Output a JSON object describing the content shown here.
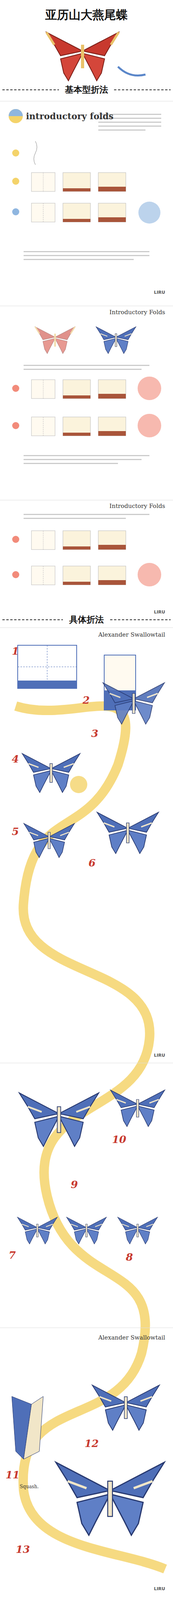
{
  "diagram": {
    "title": "亚历山大燕尾蝶",
    "labels": [
      "基本型折法",
      "introductory folds",
      "Introductory Folds",
      "Introductory Folds",
      "具体折法",
      "Alexander Swallowtail",
      "1",
      "2",
      "3",
      "4",
      "5",
      "6",
      "Alexander Swallowtail",
      "7",
      "8",
      "9",
      "10",
      "11",
      "12",
      "13",
      "Squash.",
      "LIRU",
      "LIRU",
      "LIRU",
      "LIRU"
    ]
  }
}
